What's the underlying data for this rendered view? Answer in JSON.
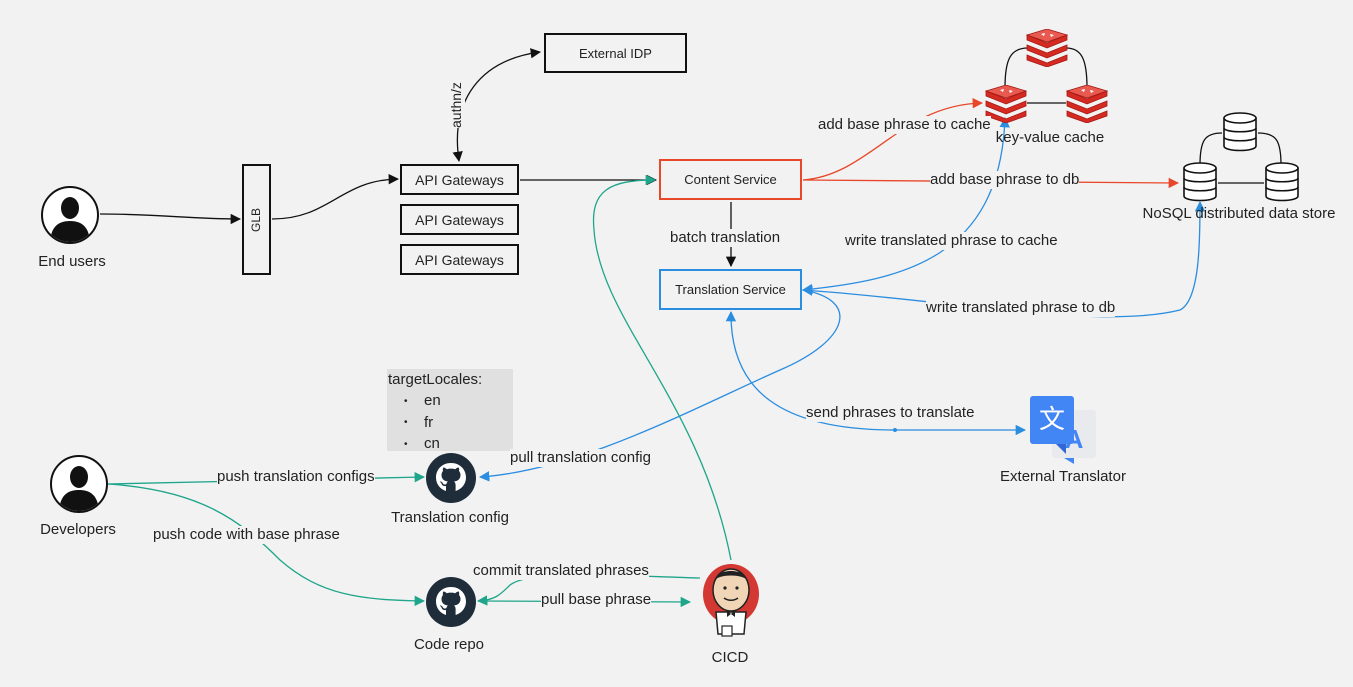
{
  "nodes": {
    "external_idp": "External IDP",
    "api_gateway_1": "API Gateways",
    "api_gateway_2": "API Gateways",
    "api_gateway_3": "API Gateways",
    "glb": "GLB",
    "content_service": "Content Service",
    "translation_service": "Translation Service",
    "end_users": "End users",
    "developers": "Developers",
    "translation_config": "Translation config",
    "code_repo": "Code repo",
    "cicd": "CICD",
    "kv_cache": "key-value cache",
    "nosql": "NoSQL distributed data store",
    "external_translator": "External Translator"
  },
  "target_locales": {
    "title": "targetLocales:",
    "items": [
      "en",
      "fr",
      "cn"
    ]
  },
  "edges": {
    "authnz": "authn/z",
    "add_base_cache": "add base phrase to cache",
    "add_base_db": "add base phrase to db",
    "batch_translation": "batch translation",
    "write_translated_cache": "write translated phrase to cache",
    "write_translated_db": "write translated phrase to db",
    "send_phrases": "send phrases to translate",
    "pull_translation_config": "pull translation config",
    "push_translation_configs": "push translation configs",
    "push_code": "push code with base phrase",
    "commit_translated": "commit translated phrases",
    "pull_base": "pull base phrase"
  },
  "colors": {
    "black": "#111111",
    "red": "#e8472a",
    "blue": "#2a8de0",
    "teal": "#1ea58a",
    "redis": "#d42a22",
    "google_blue": "#4285f4"
  },
  "icons": {
    "user": "person-silhouette-icon",
    "github": "github-octocat-icon",
    "jenkins": "jenkins-butler-icon",
    "redis": "redis-stack-icon",
    "database": "database-cylinder-icon",
    "translate": "google-translate-icon"
  }
}
